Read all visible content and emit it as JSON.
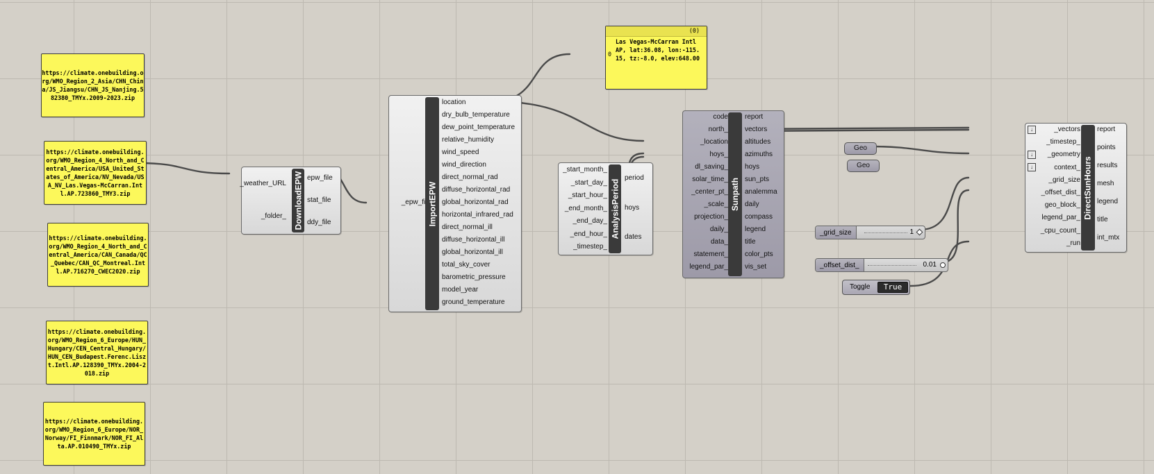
{
  "url_panels": [
    "https://climate.onebuilding.org/WMO_Region_2_Asia/CHN_China/JS_Jiangsu/CHN_JS_Nanjing.582380_TMYx.2009-2023.zip",
    "https://climate.onebuilding.org/WMO_Region_4_North_and_Central_America/USA_United_States_of_America/NV_Nevada/USA_NV_Las.Vegas-McCarran.Intl.AP.723860_TMY3.zip",
    "https://climate.onebuilding.org/WMO_Region_4_North_and_Central_America/CAN_Canada/QC_Quebec/CAN_QC_Montreal.Intl.AP.716270_CWEC2020.zip",
    "https://climate.onebuilding.org/WMO_Region_6_Europe/HUN_Hungary/CEN_Central_Hungary/HUN_CEN_Budapest.Ferenc.Liszt.Intl.AP.128390_TMYx.2004-2018.zip",
    "https://climate.onebuilding.org/WMO_Region_6_Europe/NOR_Norway/FI_Finnmark/NOR_FI_Alta.AP.010490_TMYx.zip"
  ],
  "location_panel": {
    "index_header": "(0)",
    "row_index": "0",
    "text": "Las Vegas-McCarran Intl AP, lat:36.08, lon:-115.15, tz:-8.0, elev:648.00"
  },
  "download_epw": {
    "title": "DownloadEPW",
    "inputs": [
      "_weather_URL",
      "_folder_"
    ],
    "outputs": [
      "epw_file",
      "stat_file",
      "ddy_file"
    ]
  },
  "import_epw": {
    "title": "ImportEPW",
    "inputs": [
      "_epw_file"
    ],
    "outputs": [
      "location",
      "dry_bulb_temperature",
      "dew_point_temperature",
      "relative_humidity",
      "wind_speed",
      "wind_direction",
      "direct_normal_rad",
      "diffuse_horizontal_rad",
      "global_horizontal_rad",
      "horizontal_infrared_rad",
      "direct_normal_ill",
      "diffuse_horizontal_ill",
      "global_horizontal_ill",
      "total_sky_cover",
      "barometric_pressure",
      "model_year",
      "ground_temperature"
    ]
  },
  "analysis_period": {
    "title": "AnalysisPeriod",
    "inputs": [
      "_start_month_",
      "_start_day_",
      "_start_hour_",
      "_end_month_",
      "_end_day_",
      "_end_hour_",
      "_timestep_"
    ],
    "outputs": [
      "period",
      "hoys",
      "dates"
    ]
  },
  "sunpath": {
    "title": "Sunpath",
    "inputs": [
      "code",
      "north_",
      "_location",
      "hoys_",
      "dl_saving_",
      "solar_time_",
      "_center_pt_",
      "_scale_",
      "projection_",
      "daily_",
      "data_",
      "statement_",
      "legend_par_"
    ],
    "outputs": [
      "report",
      "vectors",
      "altitudes",
      "azimuths",
      "hoys",
      "sun_pts",
      "analemma",
      "daily",
      "compass",
      "legend",
      "title",
      "color_pts",
      "vis_set"
    ]
  },
  "direct_sun_hours": {
    "title": "DirectSunHours",
    "inputs": [
      "_vectors",
      "_timestep_",
      "_geometry",
      "context_",
      "_grid_size",
      "_offset_dist_",
      "geo_block_",
      "legend_par_",
      "_cpu_count_",
      "_run"
    ],
    "outputs": [
      "report",
      "points",
      "results",
      "mesh",
      "legend",
      "title",
      "int_mtx"
    ]
  },
  "geo_params": [
    "Geo",
    "Geo"
  ],
  "grid_size_slider": {
    "label": "_grid_size",
    "value": "1"
  },
  "offset_slider": {
    "label": "_offset_dist_",
    "value": "0.01"
  },
  "toggle": {
    "label": "Toggle",
    "value": "True"
  },
  "colors": {
    "panel": "#fcf85b",
    "canvas": "#d4d0c8",
    "component_bar": "#3a3a3a",
    "wire": "#4a4a4a"
  }
}
